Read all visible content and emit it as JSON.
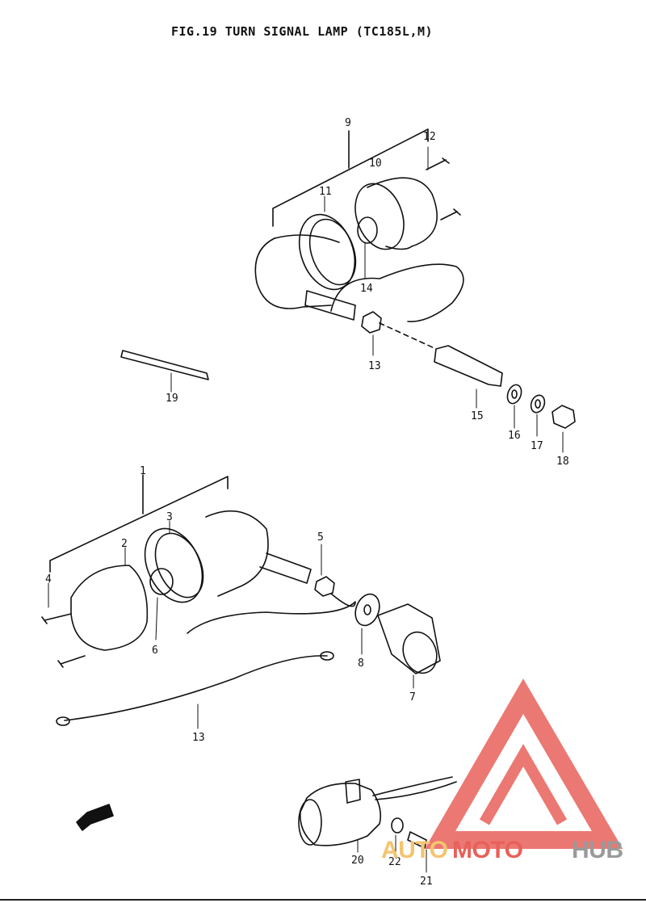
{
  "title": "FIG.19  TURN SIGNAL LAMP (TC185L,M)",
  "callouts": [
    "1",
    "2",
    "3",
    "4",
    "5",
    "6",
    "7",
    "8",
    "9",
    "10",
    "11",
    "12",
    "13",
    "14",
    "15",
    "16",
    "17",
    "18",
    "19",
    "20",
    "21",
    "22",
    "13"
  ],
  "watermark": {
    "auto": "AUTO",
    "moto": "MOTO",
    "hub": "HUB",
    "color_red": "#e8615a",
    "color_yellow": "#f4c470",
    "color_gray": "#9a9a9a"
  }
}
